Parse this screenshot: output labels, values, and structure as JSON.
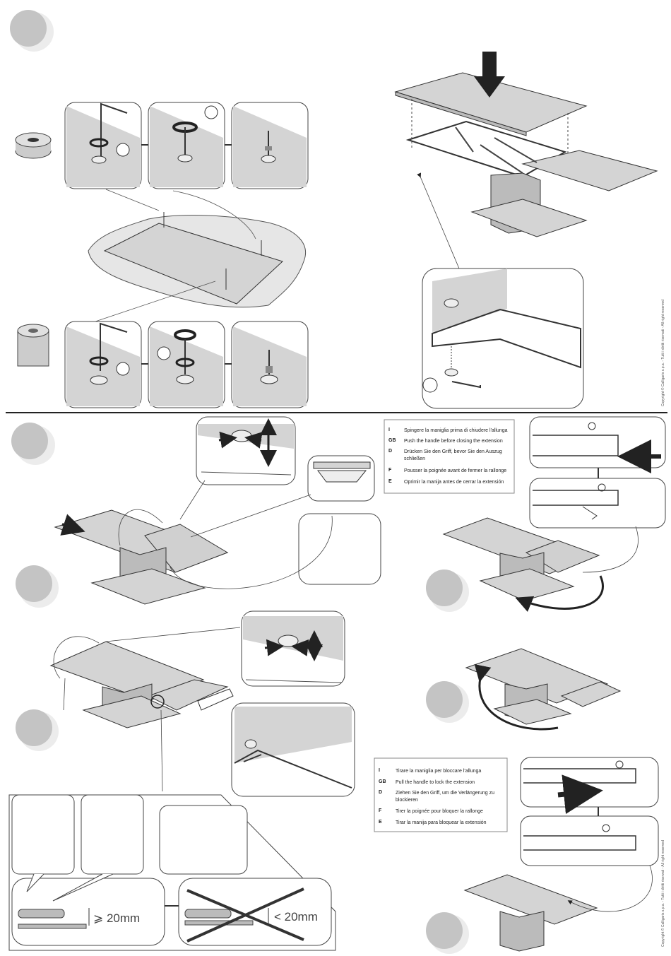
{
  "instructions_1": [
    {
      "code": "I",
      "text": "Spingere la maniglia prima di chiudere l'allunga"
    },
    {
      "code": "GB",
      "text": "Push the handle before closing the extension"
    },
    {
      "code": "D",
      "text": "Drücken Sie den Griff, bevor Sie den Auszug"
    },
    {
      "code": "",
      "text": "schließen"
    },
    {
      "code": "F",
      "text": "Pousser la poignée avant de fermer la rallonge"
    },
    {
      "code": "E",
      "text": "Oprimir la manija antes de cerrar la extensión"
    }
  ],
  "instructions_2": [
    {
      "code": "I",
      "text": "Tirare la maniglia per bloccare l'allunga"
    },
    {
      "code": "GB",
      "text": "Pull the handle to lock the extension"
    },
    {
      "code": "D",
      "text": "Ziehen Sie den Griff, um die Verlängerung zu"
    },
    {
      "code": "",
      "text": "blockieren"
    },
    {
      "code": "F",
      "text": "Tirer la poignée pour bloquer la rallonge"
    },
    {
      "code": "E",
      "text": "Tirar la manija para bloquear la extensión"
    }
  ],
  "measure_ok": "⩾ 20mm",
  "measure_bad": "< 20mm",
  "copyright": "Copyright © Calligaris s.p.a. - Tutti i diritti riservati - All right reserved",
  "colors": {
    "panel": "#d4d4d4",
    "circle": "#c4c4c4",
    "line": "#333333"
  }
}
